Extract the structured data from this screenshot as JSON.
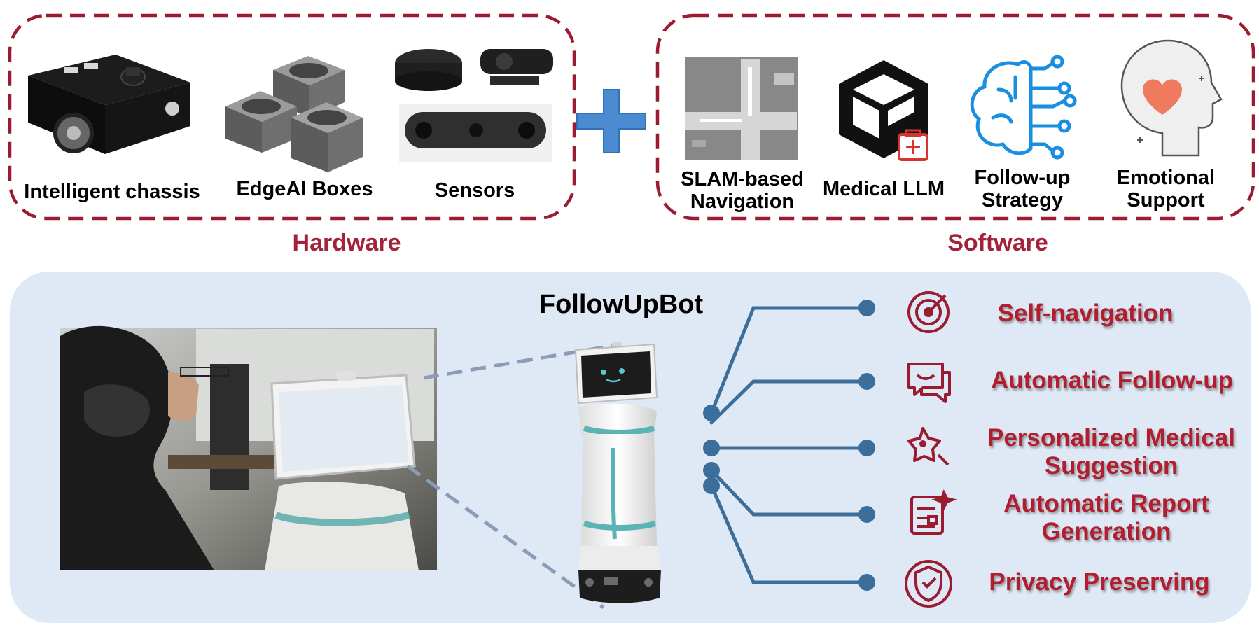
{
  "colors": {
    "accent": "#a3233a",
    "dark_red": "#9b1c31",
    "panel": "#dfe9f5",
    "plus": "#4a8bd1",
    "connector": "#3c6e9c"
  },
  "hardware": {
    "section_label": "Hardware",
    "items": [
      {
        "label": "Intelligent chassis"
      },
      {
        "label": "EdgeAI Boxes"
      },
      {
        "label": "Sensors"
      }
    ]
  },
  "software": {
    "section_label": "Software",
    "items": [
      {
        "line1": "SLAM-based",
        "line2": "Navigation"
      },
      {
        "line1": "Medical LLM",
        "line2": ""
      },
      {
        "line1": "Follow-up",
        "line2": "Strategy"
      },
      {
        "line1": "Emotional",
        "line2": "Support"
      }
    ]
  },
  "robot": {
    "title": "FollowUpBot"
  },
  "features": [
    {
      "line1": "Self-navigation",
      "line2": "",
      "icon": "radar-icon"
    },
    {
      "line1": "Automatic Follow-up",
      "line2": "",
      "icon": "chat-icon"
    },
    {
      "line1": "Personalized Medical",
      "line2": "Suggestion",
      "icon": "star-search-icon"
    },
    {
      "line1": "Automatic Report",
      "line2": "Generation",
      "icon": "report-icon"
    },
    {
      "line1": "Privacy Preserving",
      "line2": "",
      "icon": "shield-check-icon"
    }
  ]
}
